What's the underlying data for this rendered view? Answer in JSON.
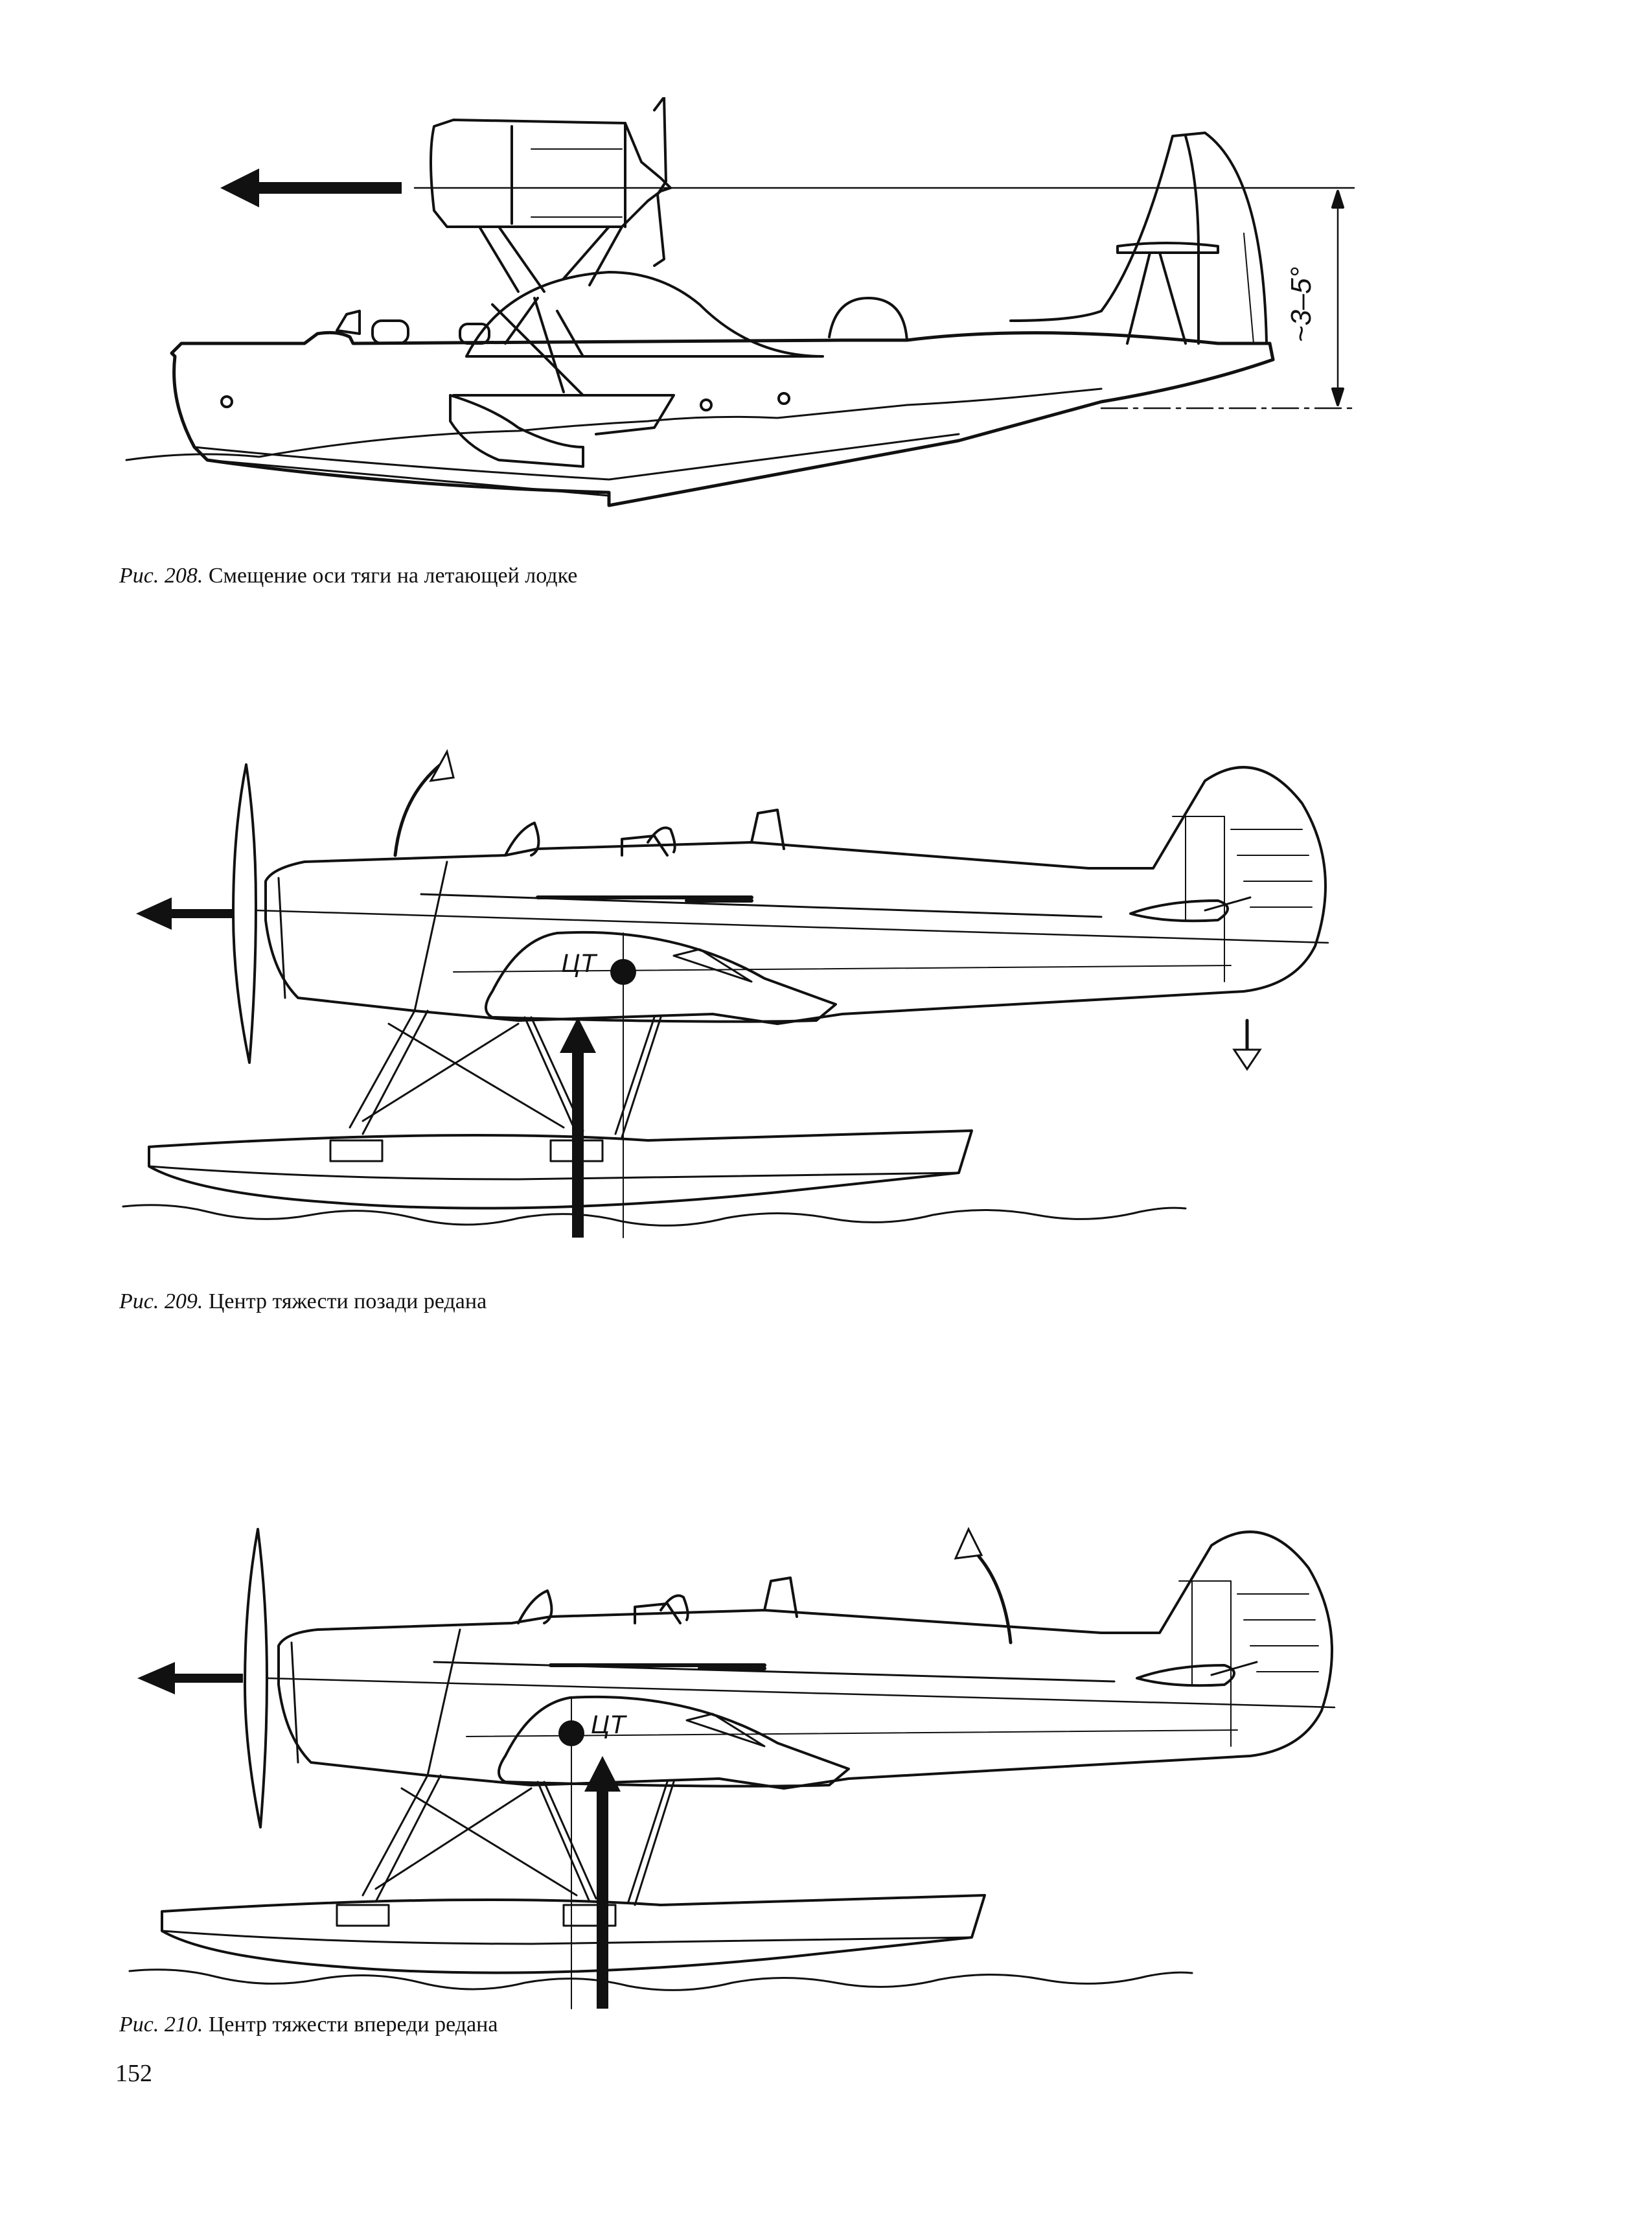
{
  "figures": [
    {
      "label": "Рис. 208.",
      "caption": "Смещение оси тяги на летающей лодке",
      "angle_label": "~3–5°"
    },
    {
      "label": "Рис. 209.",
      "caption": "Центр тяжести позади редана",
      "cg_label": "ЦТ"
    },
    {
      "label": "Рис. 210.",
      "caption": "Центр тяжести впереди редана",
      "cg_label": "ЦТ"
    }
  ],
  "page_number": "152"
}
